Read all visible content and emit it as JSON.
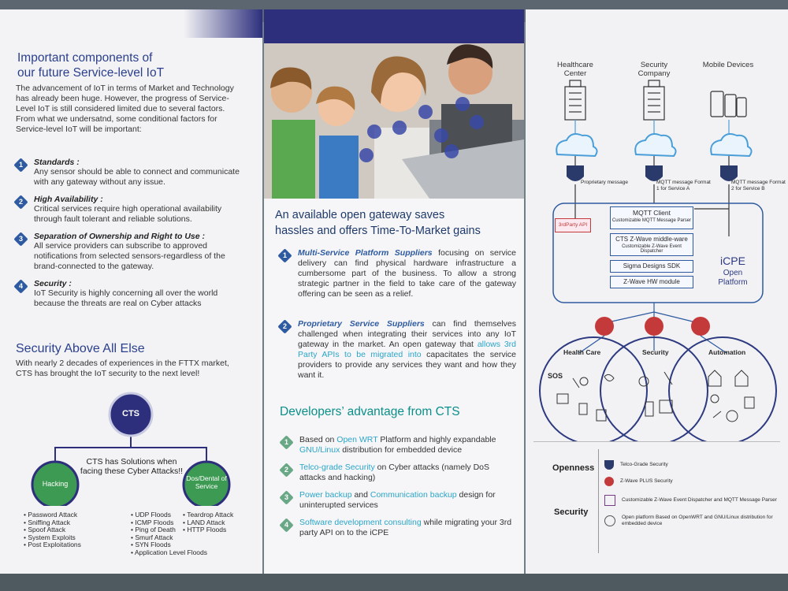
{
  "panel1": {
    "title_line1": "Important components of",
    "title_line2": "our future Service-level IoT",
    "intro": "The advancement of IoT in terms of Market and Technology has already been huge. However, the progress of Service-Level IoT is still considered limited due to several factors. From what we undersatnd, some conditional factors for Service-level IoT will be important:",
    "items": [
      {
        "num": "1",
        "title": "Standards :",
        "text": "Any sensor should be able to connect and communicate with any gateway without any issue."
      },
      {
        "num": "2",
        "title": "High Availability :",
        "text": "Critical services require high operational availability through fault tolerant and reliable solutions."
      },
      {
        "num": "3",
        "title": "Separation of Ownership and Right to Use :",
        "text": "All service providers can subscribe to approved notifications from selected sensors-regardless of the brand-connected to the gateway."
      },
      {
        "num": "4",
        "title": "Security :",
        "text": "IoT Security is highly concerning all over the world because the threats are real on Cyber attacks"
      }
    ],
    "security_title": "Security Above All Else",
    "security_text": "With nearly 2 decades of experiences in the FTTX market, CTS has brought the IoT security to the next level!",
    "cts_logo": "CTS",
    "center_text": "CTS has Solutions when facing these Cyber Attacks!!",
    "hacking_label": "Hacking",
    "dos_label": "Dos/Dental of Service",
    "hacking_list": [
      "Password Attack",
      "Sniffing Attack",
      "Spoof Attack",
      "System Exploits",
      "Post Exploitations"
    ],
    "dos_list_a": [
      "UDP Floods",
      "ICMP Floods",
      "Ping of Death",
      "Smurf Attack",
      "SYN Floods",
      "Application Level Floods"
    ],
    "dos_list_b": [
      "Teardrop Attack",
      "LAND Attack",
      "HTTP Floods"
    ]
  },
  "panel2": {
    "heading_line1": "An available open gateway saves",
    "heading_line2": "hassles and offers Time-To-Market gains",
    "item1_num": "1",
    "item1_title": "Multi-Service Platform Suppliers",
    "item1_text": "focusing on service delivery can find physical hardware infrastructure a cumbersome part of the business. To allow a strong strategic partner in the field to take care of the gateway offering can be seen as a relief.",
    "item2_num": "2",
    "item2_title": "Proprietary Service Suppliers",
    "item2_text_a": "can find themselves challenged when integrating their services into any IoT gateway in the market. An open gateway that",
    "item2_link": "allows 3rd Party APIs to be migrated into",
    "item2_text_b": "capacitates the service providers to provide any services they want and how they want it.",
    "dev_heading": "Developers’ advantage from CTS",
    "dev_items": [
      {
        "num": "1",
        "a": "Based on ",
        "link1": "Open WRT",
        "b": " Platform and highly expandable ",
        "link2": "GNU/Linux",
        "c": " distribution for embedded device"
      },
      {
        "num": "2",
        "a": "",
        "link1": "Telco-grade Security",
        "b": " on Cyber attacks (namely DoS attacks and hacking)",
        "link2": "",
        "c": ""
      },
      {
        "num": "3",
        "a": "",
        "link1": "Power backup",
        "b": " and ",
        "link2": "Communication backup",
        "c": " design for uninterupted services"
      },
      {
        "num": "4",
        "a": "",
        "link1": "Software development consulting",
        "b": " while migrating your 3rd party API on to the iCPE",
        "link2": "",
        "c": ""
      }
    ]
  },
  "panel3": {
    "top_labels": [
      "Healthcare Center",
      "Security Company",
      "Mobile Devices"
    ],
    "msg_labels": [
      "Proprietary message",
      "MQTT message Format 1 for Service A",
      "MQTT message Format 2 for Service B"
    ],
    "third_party": "3rdParty API",
    "mqtt_client": "MQTT Client",
    "mqtt_parser": "Customizable MQTT Message Parser",
    "zwave_mw": "CTS Z-Wave middle-ware",
    "zwave_disp": "Customizable Z-Wave Event Dispatcher",
    "sdk": "Sigma Designs SDK",
    "hw": "Z-Wave HW module",
    "icpe_title": "iCPE",
    "icpe_sub1": "Open",
    "icpe_sub2": "Platform",
    "circles": [
      "Health Care",
      "Security",
      "Automation"
    ],
    "sos": "SOS",
    "legend_openness": "Openness",
    "legend_security": "Security",
    "legend_items": [
      "Telco-Grade Security",
      "Z-Wave PLUS Security",
      "Customizable Z-Wave Event Dispatcher and MQTT Message Parser",
      "Open platform Based on OpenWRT and GNU/Linux distribution for embedded device"
    ]
  },
  "colors": {
    "heading": "#2b3f8c",
    "teal": "#0b8f8a",
    "accent": "#2d5aa0",
    "band": "#2d2f7d",
    "cloud": "#4a9ed8"
  }
}
